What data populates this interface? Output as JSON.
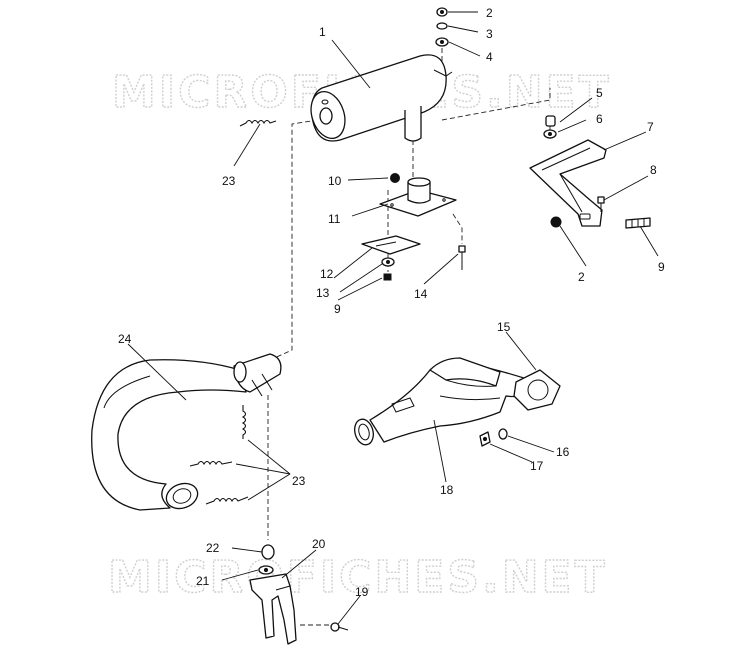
{
  "watermarks": [
    "MICROFICHES.NET",
    "MICROFICHES.NET"
  ],
  "callouts": [
    {
      "id": "c2a",
      "label": "2"
    },
    {
      "id": "c3",
      "label": "3"
    },
    {
      "id": "c4",
      "label": "4"
    },
    {
      "id": "c1",
      "label": "1"
    },
    {
      "id": "c5",
      "label": "5"
    },
    {
      "id": "c6",
      "label": "6"
    },
    {
      "id": "c7",
      "label": "7"
    },
    {
      "id": "c8",
      "label": "8"
    },
    {
      "id": "c23a",
      "label": "23"
    },
    {
      "id": "c10",
      "label": "10"
    },
    {
      "id": "c11",
      "label": "11"
    },
    {
      "id": "c2b",
      "label": "2"
    },
    {
      "id": "c9a",
      "label": "9"
    },
    {
      "id": "c12",
      "label": "12"
    },
    {
      "id": "c13",
      "label": "13"
    },
    {
      "id": "c14",
      "label": "14"
    },
    {
      "id": "c9b",
      "label": "9"
    },
    {
      "id": "c15",
      "label": "15"
    },
    {
      "id": "c24",
      "label": "24"
    },
    {
      "id": "c16",
      "label": "16"
    },
    {
      "id": "c17",
      "label": "17"
    },
    {
      "id": "c23b",
      "label": "23"
    },
    {
      "id": "c18",
      "label": "18"
    },
    {
      "id": "c20",
      "label": "20"
    },
    {
      "id": "c22",
      "label": "22"
    },
    {
      "id": "c21",
      "label": "21"
    },
    {
      "id": "c19",
      "label": "19"
    }
  ]
}
